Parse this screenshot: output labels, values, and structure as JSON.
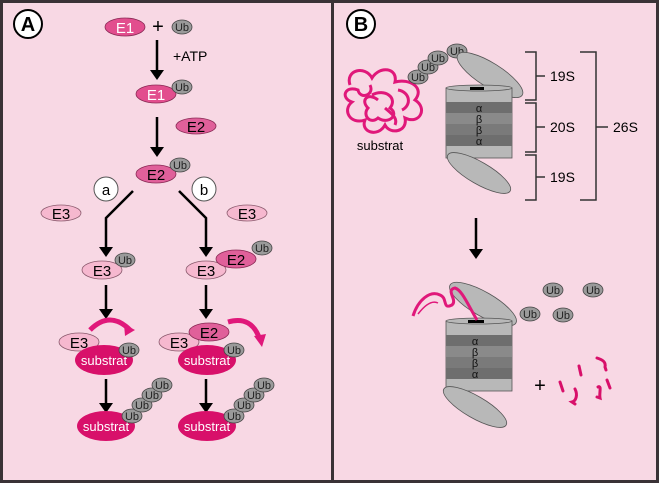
{
  "colors": {
    "background": "#f8d8e4",
    "border": "#3a3236",
    "e1_fill": "#e24e8e",
    "e2_fill": "#e0609a",
    "e3_fill": "#f6b8cf",
    "substrate_fill": "#d8106a",
    "ub_fill": "#9a9a9a",
    "arrow_magenta": "#e0187a",
    "proteasome_light": "#b8b8b8",
    "proteasome_dark": "#6e6e6e",
    "proteasome_mid": "#8a8a8a"
  },
  "panel_a": {
    "label": "A",
    "e1_initial": "E1",
    "plus": "+",
    "ub": "Ub",
    "atp_label": "+ATP",
    "e1_loaded": "E1",
    "e2_free": "E2",
    "e2_loaded": "E2",
    "path_a_label": "a",
    "path_b_label": "b",
    "e3_left": "E3",
    "e3_right": "E3",
    "path_a": {
      "e3_loaded": "E3",
      "e3_complex": "E3",
      "substrate": "substrat",
      "substrate_final": "substrat"
    },
    "path_b": {
      "e3": "E3",
      "e2": "E2",
      "e3_complex": "E3",
      "e2_complex": "E2",
      "substrate": "substrat",
      "substrate_final": "substrat"
    }
  },
  "panel_b": {
    "label": "B",
    "substrate_label": "substrat",
    "ring_labels": [
      "α",
      "β",
      "β",
      "α"
    ],
    "bracket_19s_top": "19S",
    "bracket_20s": "20S",
    "bracket_19s_bottom": "19S",
    "bracket_26s": "26S",
    "ub_chain": [
      "Ub",
      "Ub",
      "Ub",
      "Ub"
    ],
    "released_ub": [
      "Ub",
      "Ub",
      "Ub",
      "Ub"
    ],
    "plus": "+"
  }
}
